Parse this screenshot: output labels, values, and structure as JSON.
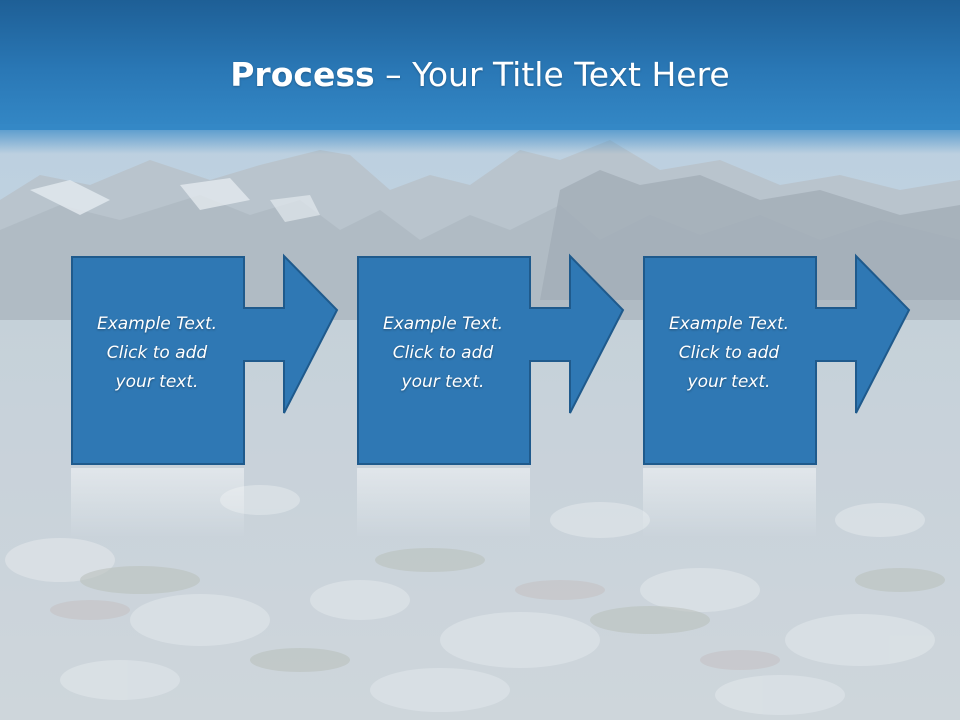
{
  "slide": {
    "title_bold": "Process",
    "title_rest": " – Your Title Text Here",
    "steps": [
      {
        "line1": "Example Text.",
        "line2": "Click  to add",
        "line3": "your text."
      },
      {
        "line1": "Example Text.",
        "line2": "Click  to add",
        "line3": "your text."
      },
      {
        "line1": "Example Text.",
        "line2": "Click  to add",
        "line3": "your text."
      }
    ]
  },
  "colors": {
    "title_band": "#2a78b6",
    "box_fill": "#2f78b4",
    "box_stroke": "#1f5a8c",
    "title_text": "#ffffff"
  },
  "icons": [
    "right-arrow-icon"
  ]
}
